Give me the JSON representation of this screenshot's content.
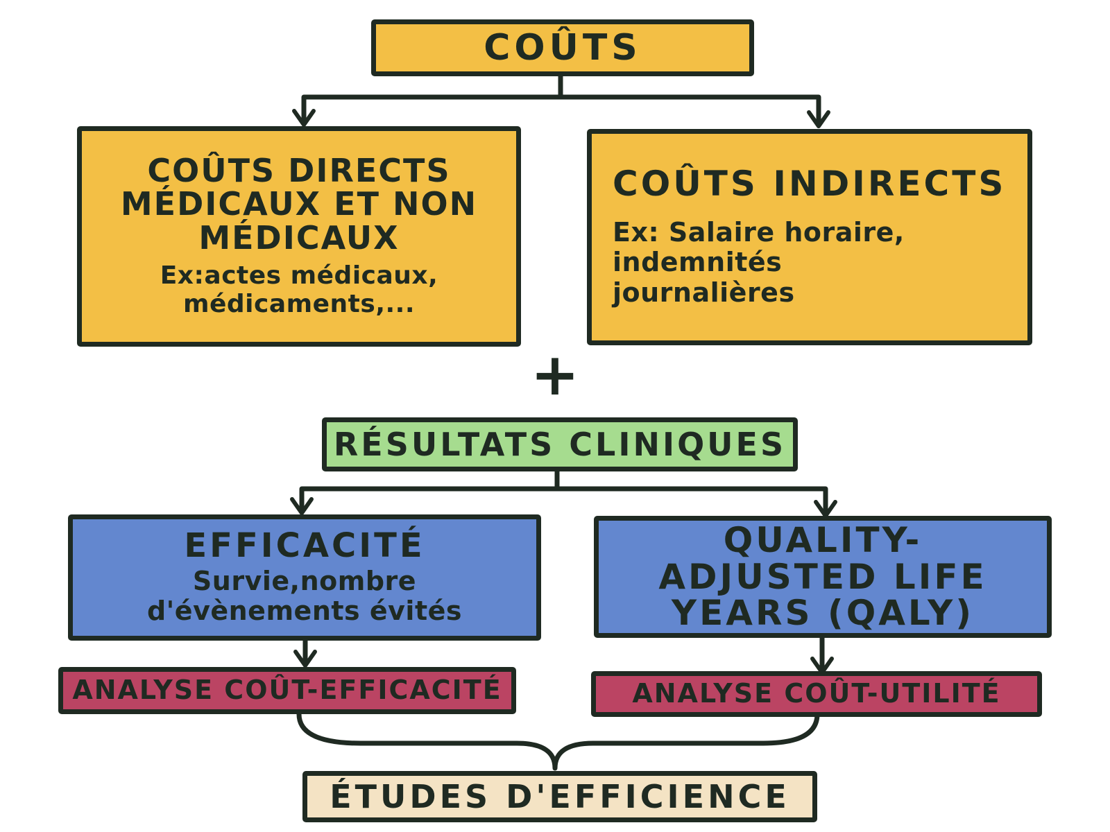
{
  "costs": {
    "title": "COÛTS",
    "direct": {
      "title": "COÛTS DIRECTS MÉDICAUX ET NON MÉDICAUX",
      "example": "Ex:actes médicaux, médicaments,..."
    },
    "indirect": {
      "title": "COÛTS INDIRECTS",
      "example": "Ex: Salaire horaire, indemnités journalières"
    }
  },
  "operator": "+",
  "results": {
    "title": "RÉSULTATS CLINIQUES",
    "efficacy": {
      "title": "EFFICACITÉ",
      "detail": "Survie,nombre d'évènements évités"
    },
    "qaly": {
      "title": "QUALITY-ADJUSTED LIFE YEARS (QALY)"
    }
  },
  "analyses": {
    "cost_effectiveness": "ANALYSE COÛT-EFFICACITÉ",
    "cost_utility": "ANALYSE COÛT-UTILITÉ"
  },
  "conclusion": "ÉTUDES D'EFFICIENCE",
  "colors": {
    "orange": "#f3bf45",
    "green": "#a6dc8f",
    "blue": "#6387cf",
    "red": "#bb4463",
    "cream": "#f4e3c4",
    "ink": "#1f2a22"
  }
}
